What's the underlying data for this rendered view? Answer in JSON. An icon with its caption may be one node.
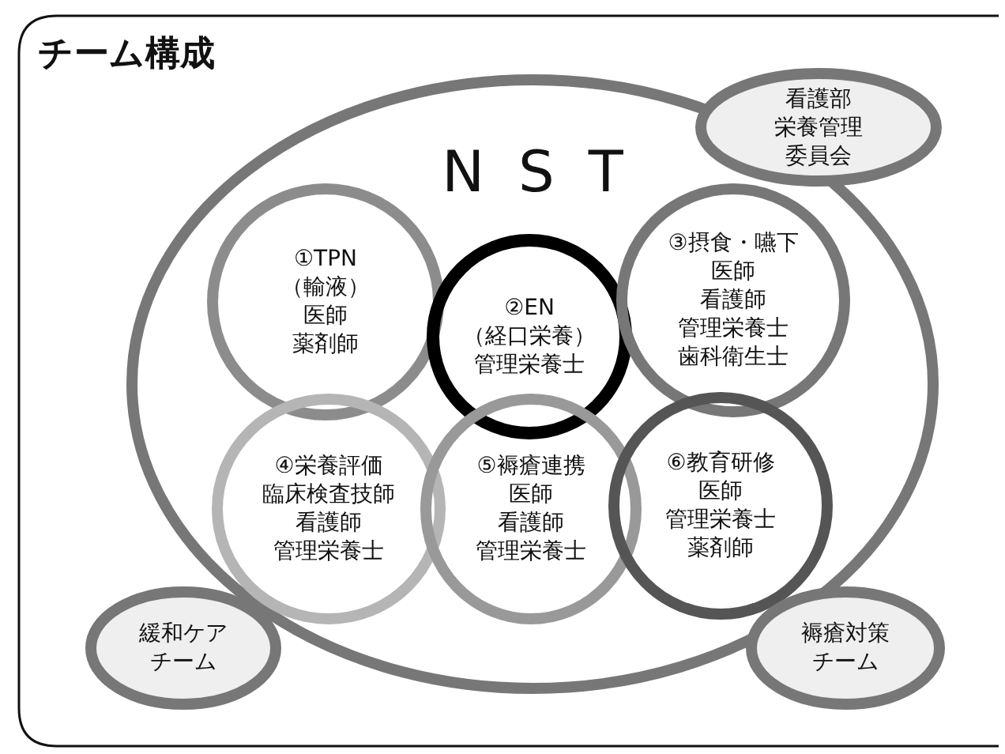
{
  "diagram": {
    "nodes": [
      {
        "text": [
          "チーム構成"
        ]
      },
      {
        "text": [
          "N S T"
        ],
        "in": 0
      },
      {
        "text": [
          "①TPN",
          "（輸液）",
          "医師",
          "薬剤師"
        ],
        "in": 1
      },
      {
        "text": [
          "②EN",
          "（経口栄養）",
          "管理栄養士"
        ],
        "in": 1
      },
      {
        "text": [
          "③摂食・嚥下",
          "医師",
          "看護師",
          "管理栄養士",
          "歯科衛生士"
        ],
        "in": 1
      },
      {
        "text": [
          "④栄養評価",
          "臨床検査技師",
          "看護師",
          "管理栄養士"
        ],
        "in": 1
      },
      {
        "text": [
          "⑤褥瘡連携",
          "医師",
          "看護師",
          "管理栄養士"
        ],
        "in": 1
      },
      {
        "text": [
          "⑥教育研修",
          "医師",
          "管理栄養士",
          "薬剤師"
        ],
        "in": 1
      },
      {
        "text": [
          "看護部",
          "栄養管理委員会"
        ],
        "in": 0
      },
      {
        "text": [
          "緩和ケアチーム"
        ],
        "in": 0
      },
      {
        "text": [
          "褥瘡対策チーム"
        ],
        "in": 0
      }
    ]
  }
}
